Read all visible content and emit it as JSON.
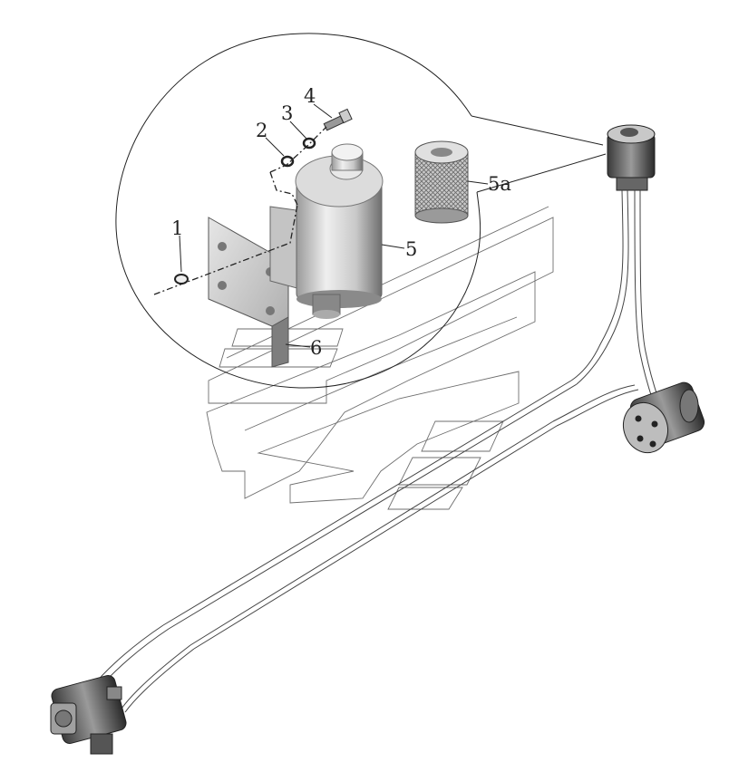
{
  "figure": {
    "callouts": [
      {
        "id": "1",
        "text": "1"
      },
      {
        "id": "2",
        "text": "2"
      },
      {
        "id": "3",
        "text": "3"
      },
      {
        "id": "4",
        "text": "4"
      },
      {
        "id": "5",
        "text": "5"
      },
      {
        "id": "5a",
        "text": "5a"
      },
      {
        "id": "6",
        "text": "6"
      }
    ]
  }
}
